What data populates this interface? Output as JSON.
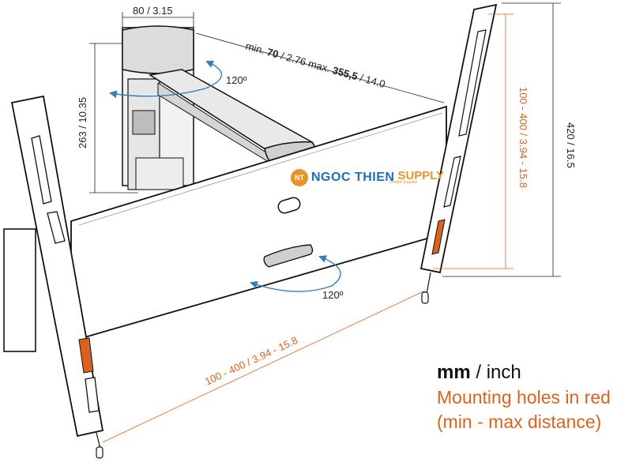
{
  "dimensions": {
    "wall_plate_width": "80 / 3.15",
    "arm_extension_prefix": "min. ",
    "arm_extension_min": "70",
    "arm_extension_mid": " / 2.76 max. ",
    "arm_extension_max": "355,5",
    "arm_extension_suffix": " / 14.0",
    "wall_plate_height": "263 / 10.35",
    "overall_height": "420 / 16.5",
    "rotation_top": "120º",
    "rotation_bottom": "120º"
  },
  "mounting_holes": {
    "horizontal": "100 - 400 / 3.94 - 15.8",
    "vertical": "100 - 400 / 3.94 - 15.8"
  },
  "legend": {
    "unit_bold": "mm",
    "unit_rest": " / inch",
    "red_note": "Mounting holes in red",
    "range_note": "(min - max distance)"
  },
  "watermark": {
    "logo": "NT",
    "name": "NGOC THIEN",
    "supply": "SUPPLY",
    "tagline": "Trusted Supplier"
  },
  "colors": {
    "dimension_text": "#222222",
    "mounting_hole_red": "#d9631e",
    "rotation_arrow": "#2f7fb8",
    "watermark_blue": "#1d6fb8",
    "watermark_orange": "#e8932a"
  }
}
